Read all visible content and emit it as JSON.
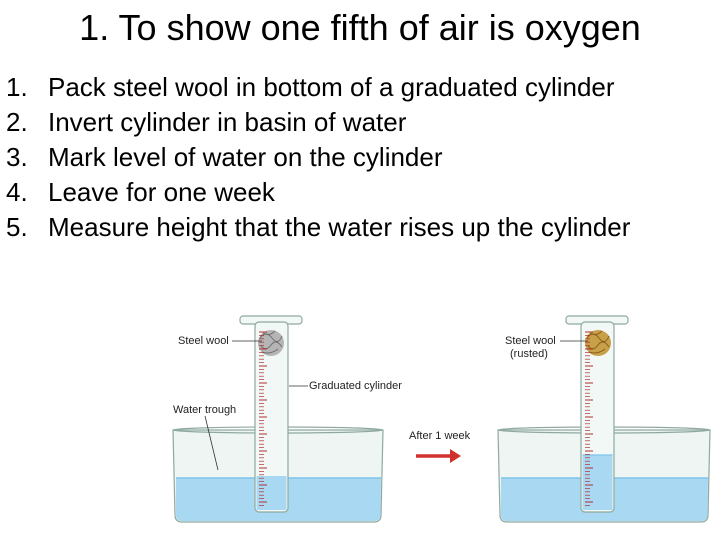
{
  "slide": {
    "title": "1. To show one fifth of air is oxygen",
    "steps": [
      {
        "number": "1.",
        "text": "Pack steel wool in bottom of a graduated cylinder"
      },
      {
        "number": "2.",
        "text": "Invert cylinder in basin of water"
      },
      {
        "number": "3.",
        "text": "Mark level of water on the cylinder"
      },
      {
        "number": "4.",
        "text": "Leave for one week"
      },
      {
        "number": "5.",
        "text": "Measure height that the water rises up the cylinder"
      }
    ]
  },
  "diagram": {
    "before": {
      "label_steel_wool": "Steel wool",
      "label_graduated_cylinder": "Graduated cylinder",
      "label_water_trough": "Water trough"
    },
    "after": {
      "label_steel_wool_line1": "Steel wool",
      "label_steel_wool_line2": "(rusted)"
    },
    "arrow_label": "After 1 week",
    "colors": {
      "water": "#a9d8f2",
      "water_surface": "#7fc3ea",
      "glass_outline": "#8fa9a0",
      "glass_fill": "#f2f8f6",
      "steel_wool": "#9a9a9a",
      "rusted_wool": "#b8862f",
      "arrow": "#d0312d",
      "tick": "#b03030"
    }
  }
}
